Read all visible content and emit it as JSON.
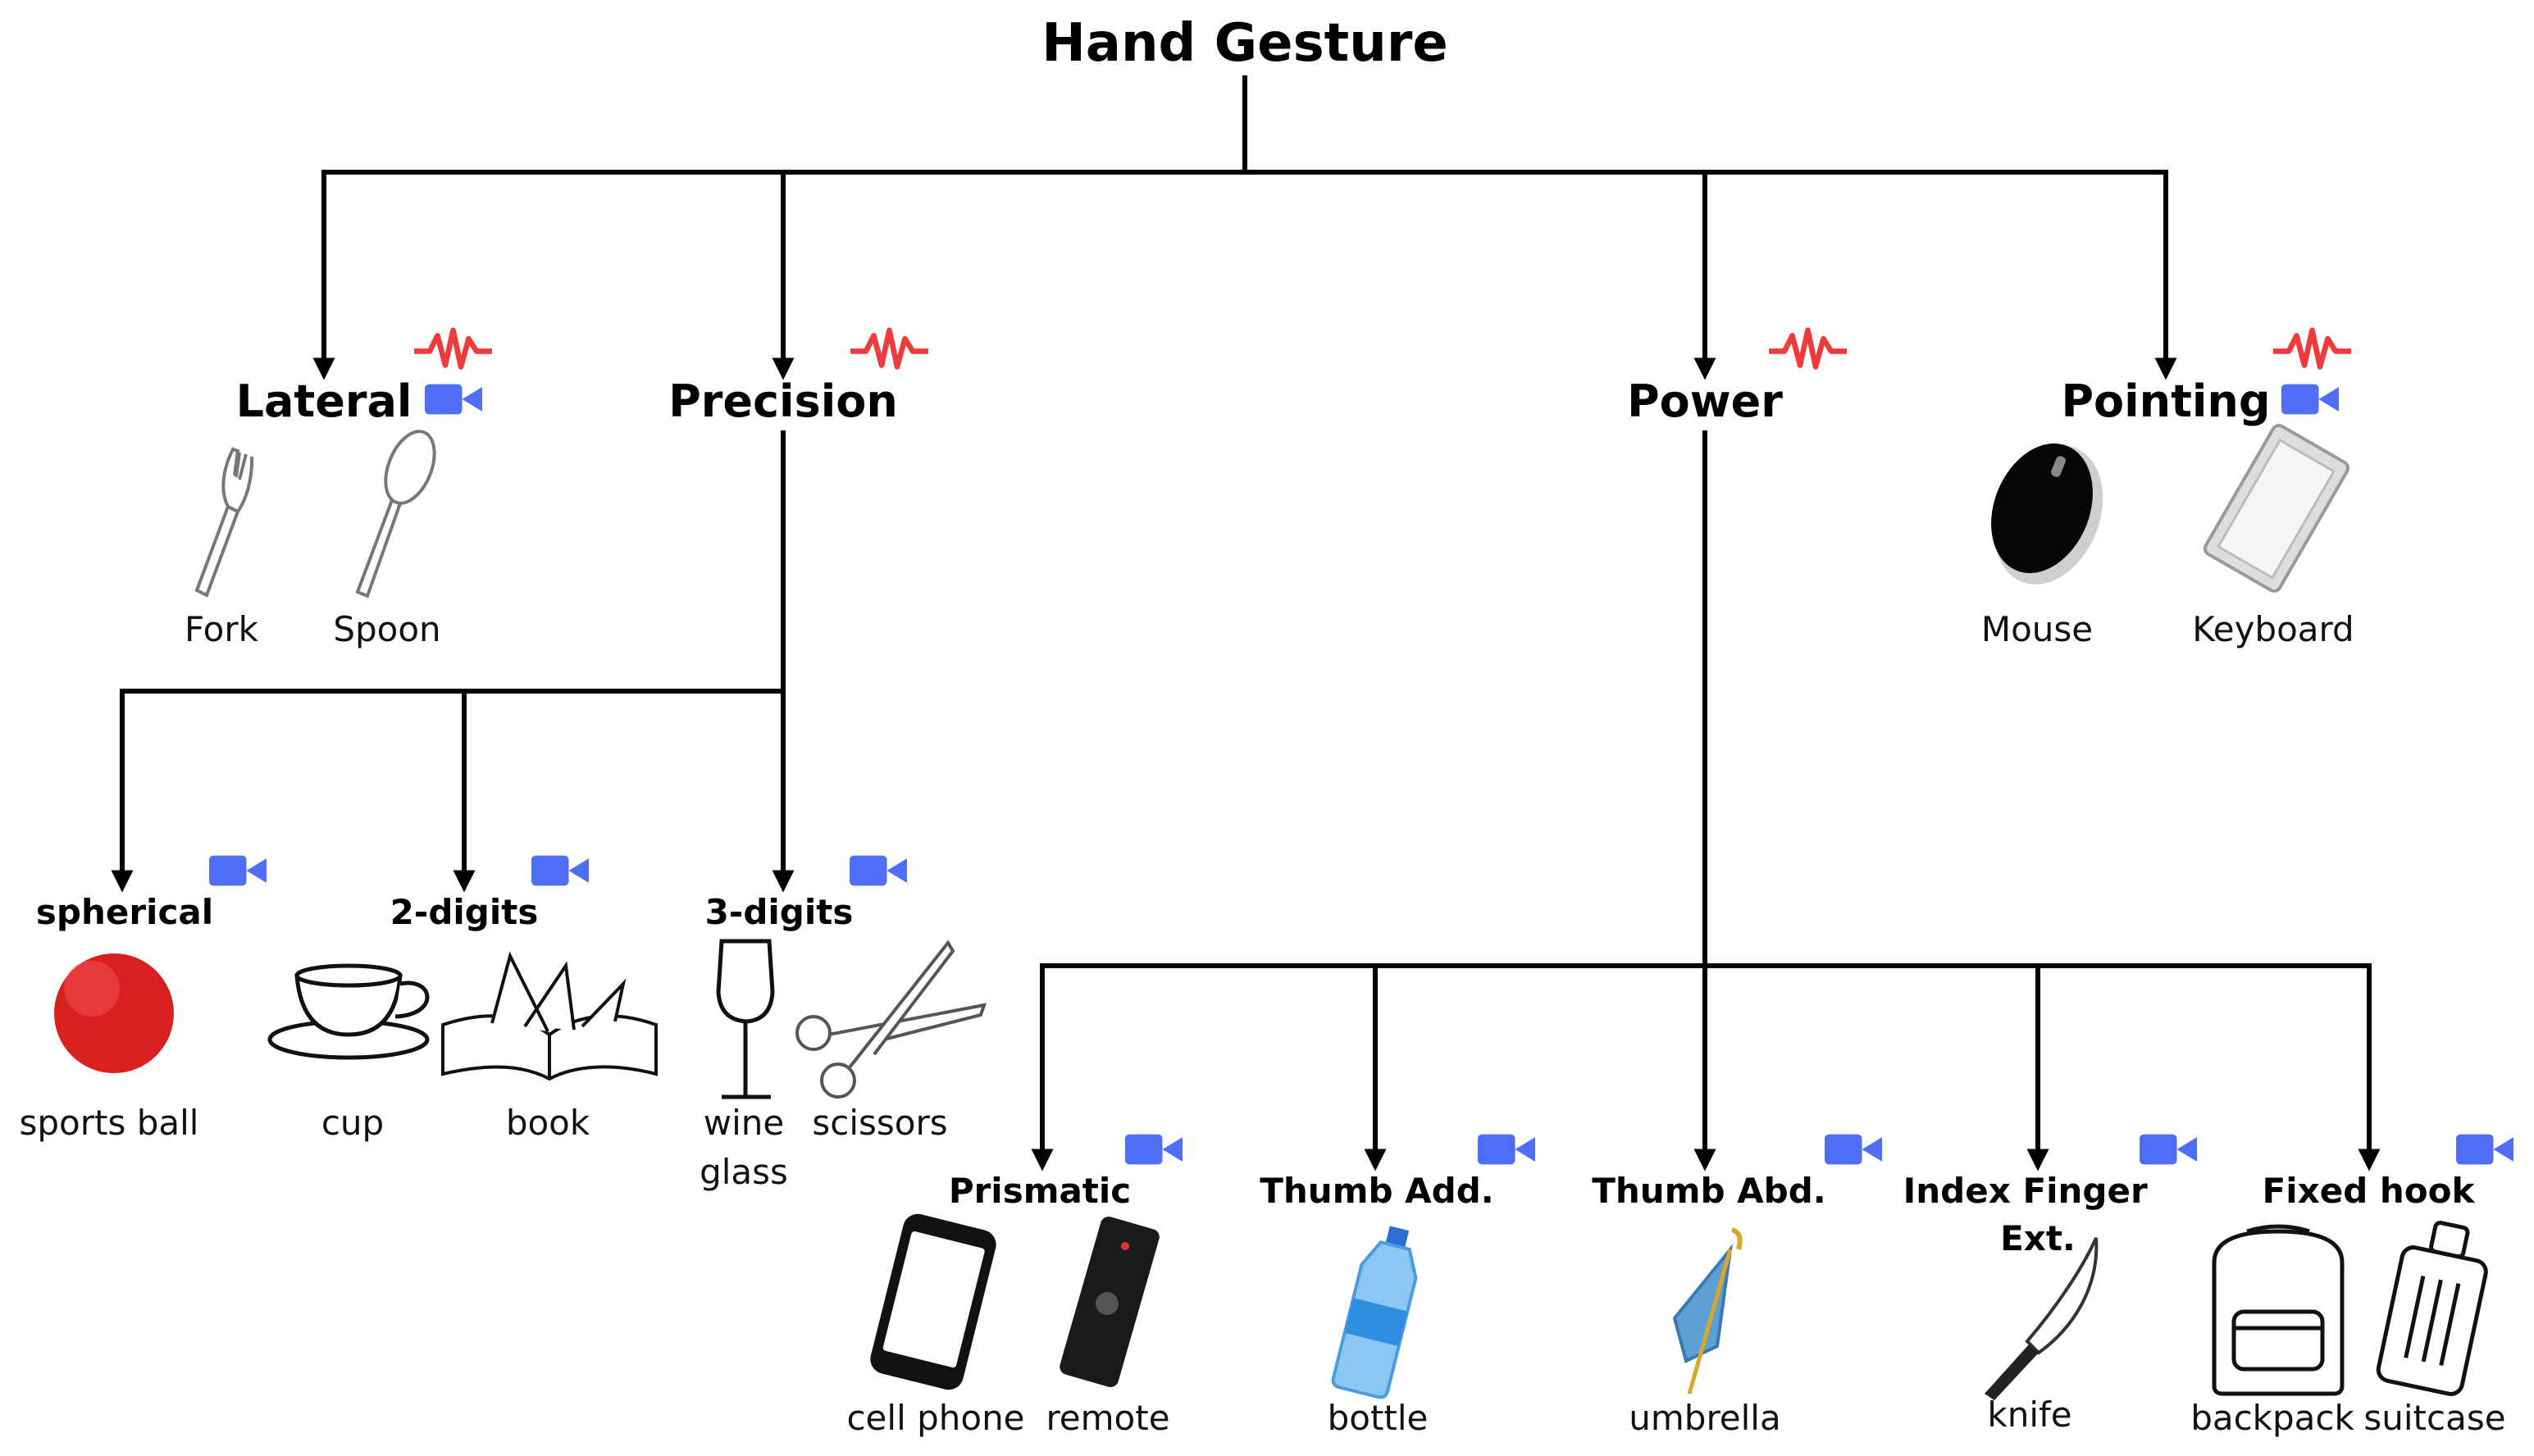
{
  "title": "Hand Gesture",
  "categories": {
    "lateral": {
      "label": "Lateral",
      "emg": true,
      "video": true,
      "objects": [
        "Fork",
        "Spoon"
      ]
    },
    "precision": {
      "label": "Precision",
      "emg": true,
      "video": false
    },
    "power": {
      "label": "Power",
      "emg": true,
      "video": false
    },
    "pointing": {
      "label": "Pointing",
      "emg": true,
      "video": true,
      "objects": [
        "Mouse",
        "Keyboard"
      ]
    }
  },
  "precision_sub": [
    {
      "label": "spherical",
      "objects": [
        "sports ball"
      ]
    },
    {
      "label": "2-digits",
      "objects": [
        "cup",
        "book"
      ]
    },
    {
      "label": "3-digits",
      "objects": [
        "wine glass",
        "scissors"
      ]
    }
  ],
  "power_sub": [
    {
      "label": "Prismatic",
      "objects": [
        "cell phone",
        "remote"
      ]
    },
    {
      "label": "Thumb Add.",
      "objects": [
        "bottle"
      ]
    },
    {
      "label": "Thumb Abd.",
      "objects": [
        "umbrella"
      ]
    },
    {
      "label": "Index Finger Ext.",
      "objects": [
        "knife"
      ]
    },
    {
      "label": "Fixed hook",
      "objects": [
        "backpack",
        "suitcase"
      ]
    }
  ],
  "icons": {
    "emg": "emg-signal-icon",
    "video": "video-camera-icon",
    "emg_color": "#ef3b3b",
    "video_color": "#4f6df5",
    "line_color": "#000000"
  }
}
